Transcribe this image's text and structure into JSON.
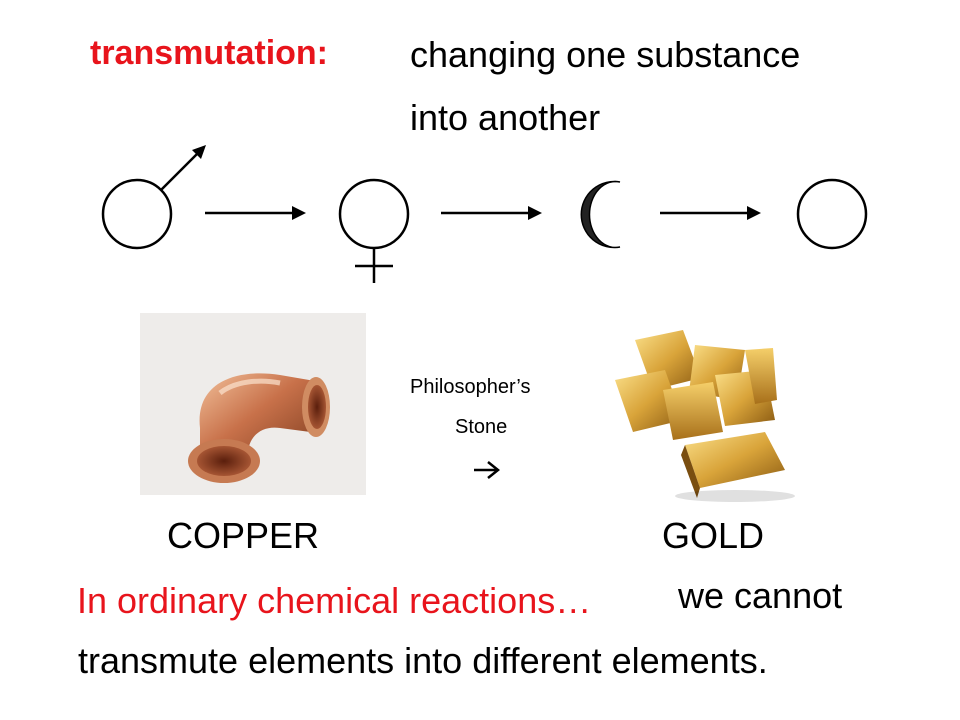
{
  "heading": {
    "term": "transmutation:",
    "definition_line1": "changing one substance",
    "definition_line2": "into another"
  },
  "symbols": [
    "mars-copper-icon",
    "venus-icon",
    "crescent-moon-icon",
    "circle-sun-icon"
  ],
  "reaction": {
    "catalyst_line1": "Philosopher’s",
    "catalyst_line2": "Stone",
    "reactant_label": "COPPER",
    "product_label": "GOLD"
  },
  "note": {
    "red_text": "In ordinary chemical reactions…",
    "continuation": "we cannot",
    "last_line": "transmute elements into different elements."
  },
  "colors": {
    "accent_red": "#e8141c",
    "text": "#000000",
    "background": "#ffffff"
  }
}
